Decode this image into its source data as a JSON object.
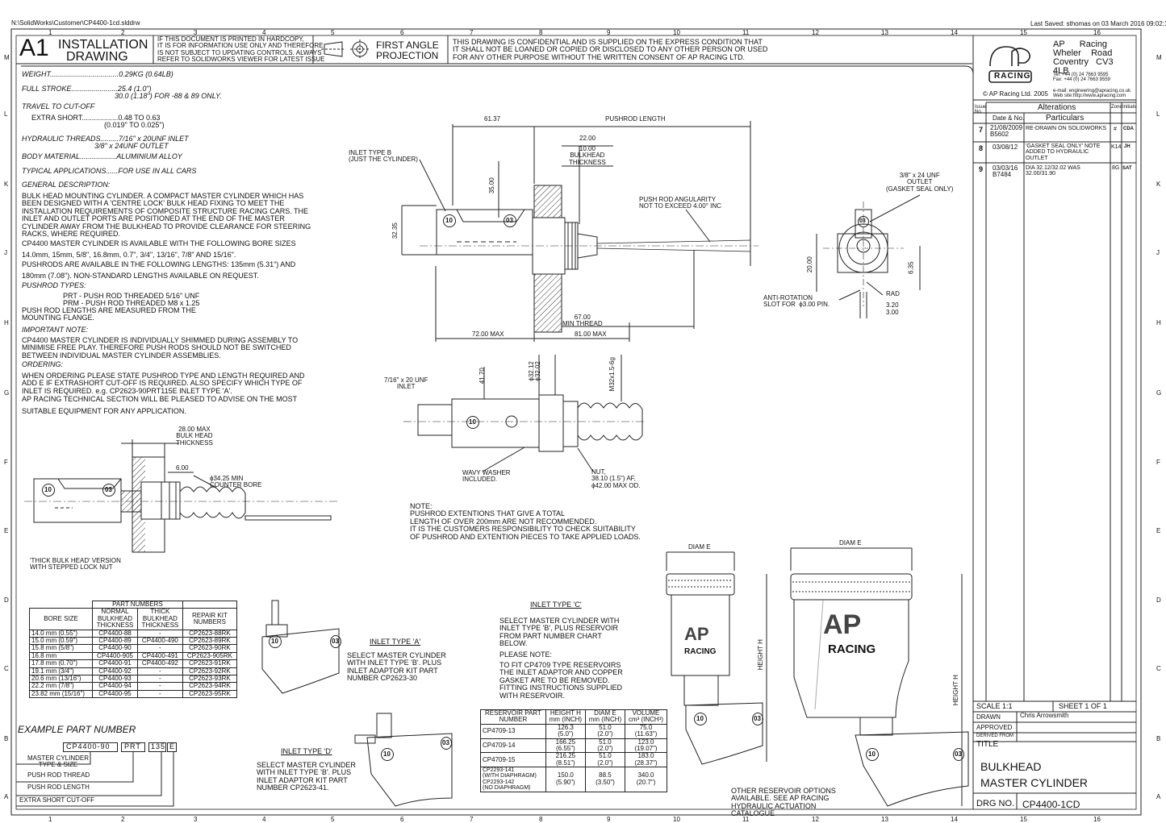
{
  "file_path": "N:\\SolidWorks\\Customer\\CP4400-1cd.slddrw",
  "last_saved": "Last Saved: sthomas on 03 March 2016 09:02:10",
  "border_cols": [
    "1",
    "2",
    "3",
    "4",
    "5",
    "6",
    "7",
    "8",
    "9",
    "10",
    "11",
    "12",
    "13",
    "14",
    "15",
    "16"
  ],
  "border_rows": [
    "M",
    "L",
    "K",
    "J",
    "H",
    "G",
    "F",
    "E",
    "D",
    "C",
    "B",
    "A"
  ],
  "header": {
    "size": "A1",
    "title1": "INSTALLATION",
    "title2": "DRAWING",
    "notice": "IF THIS DOCUMENT IS PRINTED IN HARDCOPY,\nIT IS FOR INFORMATION USE ONLY AND THEREFORE\nIS NOT SUBJECT TO UPDATING CONTROLS. ALWAYS\nREFER TO SOLIDWORKS VIEWER FOR LATEST ISSUE",
    "projection": "FIRST ANGLE\nPROJECTION",
    "confidential": "THIS DRAWING IS CONFIDENTIAL AND IS SUPPLIED ON THE EXPRESS CONDITION THAT\nIT SHALL NOT BE LOANED OR COPIED OR DISCLOSED TO ANY OTHER PERSON OR USED\nFOR ANY OTHER PURPOSE WITHOUT THE WRITTEN CONSENT OF AP RACING LTD."
  },
  "company": {
    "logo_top": "AP",
    "logo_bottom": "RACING",
    "address": "AP      Racing\nWheler    Road\nCoventry   CV3\n4LB",
    "tel": "Tel: +44 (0) 24 7663 9595\nFax: +44 (0) 24 7663 9559",
    "email": "e-mail: engineering@apracing.co.uk\nWeb site:http://www.apracing.com",
    "copyright": "© AP Racing Ltd. 2005"
  },
  "alterations": {
    "title": "Alterations",
    "col_issue": "Issue No.",
    "col_date": "Date & No.",
    "col_particulars": "Particulars",
    "col_zone": "Zone",
    "col_initials": "Initials",
    "rows": [
      {
        "issue": "7",
        "date": "21/08/2009\nB5602",
        "particulars": "RE-DRAWN ON SOLIDWORKS",
        "zone": "#",
        "initials": "CDA"
      },
      {
        "issue": "8",
        "date": "03/08/12",
        "particulars": "'GASKET SEAL ONLY' NOTE\nADDED TO HYDRAULIC\nOUTLET",
        "zone": "K14",
        "initials": "JH"
      },
      {
        "issue": "9",
        "date": "03/03/16\nB7484",
        "particulars": "DIA 32.12/32.02 WAS\n32.00/31.90",
        "zone": "8G",
        "initials": "SAT"
      }
    ]
  },
  "specs": {
    "weight": "WEIGHT..................................0.29KG (0.64LB)",
    "stroke": "FULL STROKE.......................25.4 (1.0\")\n                                              30.0 (1.18\") FOR -88 & 89 ONLY.",
    "travel": "TRAVEL TO CUT-OFF",
    "extra_short": "EXTRA SHORT..................0.48 TO 0.63\n                                    (0.019\" TO 0.025\")",
    "threads": "HYDRAULIC THREADS.........7/16\" x 20UNF INLET\n                                    3/8\" x 24UNF OUTLET",
    "material": "BODY MATERIAL..................ALUMINIUM ALLOY",
    "applications": "TYPICAL APPLICATIONS......FOR USE IN ALL CARS",
    "general_heading": "GENERAL DESCRIPTION:",
    "general_text": "BULK HEAD MOUNTING CYLINDER. A COMPACT MASTER CYLINDER WHICH HAS\nBEEN DESIGNED WITH A 'CENTRE LOCK' BULK HEAD FIXING TO MEET THE\nINSTALLATION REQUIREMENTS OF COMPOSITE STRUCTURE RACING CARS. THE\nINLET AND OUTLET PORTS ARE POSITIONED AT THE END OF THE MASTER\nCYLINDER AWAY FROM THE BULKHEAD TO PROVIDE CLEARANCE FOR STEERING\nRACKS, WHERE REQUIRED.",
    "bore_sizes": "CP4400 MASTER CYLINDER IS AVAILABLE WITH THE FOLLOWING BORE SIZES",
    "bore_list": "14.0mm, 15mm, 5/8\", 16.8mm, 0.7\", 3/4\", 13/16\", 7/8\" AND 15/16\".",
    "pushrod_lengths": "PUSHRODS ARE AVAILABLE IN THE FOLLOWING LENGTHS: 135mm (5.31\") AND",
    "pushrod_lengths2": "180mm (7.08\"). NON-STANDARD LENGTHS AVAILABLE ON REQUEST.",
    "pushrod_types_heading": "PUSHROD TYPES:",
    "pushrod_types": "PRT - PUSH ROD THREADED 5/16\" UNF\nPRM - PUSH ROD THREADED M8 x 1.25",
    "measured": "PUSH ROD LENGTHS ARE MEASURED FROM THE\nMOUNTING FLANGE.",
    "important_heading": "IMPORTANT NOTE:",
    "important_text": "CP4400 MASTER CYLINDER IS INDIVIDUALLY SHIMMED DURING ASSEMBLY TO\nMINIMISE FREE PLAY. THEREFORE PUSH RODS SHOULD NOT BE SWITCHED\nBETWEEN INDIVIDUAL MASTER CYLINDER ASSEMBLIES.",
    "ordering_heading": "ORDERING:",
    "ordering_text": "WHEN ORDERING PLEASE STATE PUSHROD TYPE AND LENGTH REQUIRED AND\nADD E IF EXTRASHORT CUT-OFF IS REQUIRED. ALSO SPECIFY WHICH TYPE OF\nINLET IS REQUIRED. e.g. CP2623-90PRT115E INLET TYPE 'A'.",
    "technical": "AP RACING TECHNICAL SECTION WILL BE PLEASED TO ADVISE ON THE MOST",
    "technical2": "SUITABLE EQUIPMENT FOR ANY APPLICATION."
  },
  "thick_view": {
    "bulk_max": "28.00 MAX\nBULK HEAD\nTHICKNESS",
    "dim_600": "6.00",
    "counter_bore": "ϕ34.25 MIN\nCOUNTER BORE",
    "caption": "'THICK BULK HEAD' VERSION\nWITH STEPPED LOCK NUT"
  },
  "main_view": {
    "d_6137": "61.37",
    "pushrod_length": "PUSHROD LENGTH",
    "d_2200": "22.00",
    "d_1000": "10.00\nBULKHEAD\nTHICKNESS",
    "inlet_b": "INLET TYPE B\n(JUST THE CYLINDER)",
    "d_3500": "35.00",
    "d_3235": "32.35",
    "angularity": "PUSH ROD ANGULARITY\nNOT TO EXCEED 4.00° INC",
    "d_6700": "67.00\nMIN THREAD",
    "d_7200": "72.00 MAX",
    "d_8100": "81.00 MAX"
  },
  "end_view": {
    "outlet": "3/8\" x 24 UNF\nOUTLET\n(GASKET SEAL ONLY)",
    "d_2000": "20.00",
    "d_635": "6.35",
    "anti_rotation": "ANTI-ROTATION\nSLOT FOR  ϕ3.00 PIN.",
    "rad": "RAD",
    "d_320": "3.20",
    "d_300": "3.00"
  },
  "lower_view": {
    "inlet_unf": "7/16\" x 20 UNF\nINLET",
    "d_4170": "41.70",
    "d_bore": "ϕ32.12\nϕ32.02",
    "thread": "M32x1.5-6g",
    "wavy": "WAVY WASHER\nINCLUDED.",
    "nut": "NUT,\n38.10 (1.5\") AF,\nϕ42.00 MAX OD."
  },
  "note": "NOTE:\nPUSHROD EXTENTIONS THAT GIVE A TOTAL\nLENGTH OF OVER 200mm ARE NOT RECOMMENDED.\nIT IS THE CUSTOMERS RESPONSIBILITY TO CHECK SUITABILITY\nOF PUSHROD AND EXTENTION PIECES TO TAKE APPLIED LOADS.",
  "part_numbers": {
    "title": "PART NUMBERS",
    "headers": [
      "BORE SIZE",
      "NORMAL\nBULKHEAD\nTHICKNESS",
      "THICK\nBULKHEAD\nTHICKNESS",
      "REPAIR KIT\nNUMBERS"
    ],
    "rows": [
      [
        "14.0 mm (0.55\")",
        "CP4400-88",
        "-",
        "CP2623-88RK"
      ],
      [
        "15.0 mm (0.59\")",
        "CP4400-89",
        "CP4400-490",
        "CP2623-89RK"
      ],
      [
        "15.8 mm (5/8\")",
        "CP4400-90",
        "-",
        "CP2623-90RK"
      ],
      [
        "16.8 mm",
        "CP4400-905",
        "CP4400-491",
        "CP2623-905RK"
      ],
      [
        "17.8 mm (0.70\")",
        "CP4400-91",
        "CP4400-492",
        "CP2623-91RK"
      ],
      [
        "19.1 mm (3/4\")",
        "CP4400-92",
        "-",
        "CP2623-92RK"
      ],
      [
        "20.6 mm (13/16\")",
        "CP4400-93",
        "-",
        "CP2623-93RK"
      ],
      [
        "22.2 mm (7/8\")",
        "CP4400-94",
        "-",
        "CP2623-94RK"
      ],
      [
        "23.82 mm (15/16\")",
        "CP4400-95",
        "-",
        "CP2623-95RK"
      ]
    ]
  },
  "example": {
    "title": "EXAMPLE PART NUMBER",
    "code1": "CP4400-90",
    "code2": "PRT",
    "code3": "135",
    "code4": "E",
    "l1": "MASTER CYLINDER\nTYPE & SIZE",
    "l2": "PUSH ROD THREAD",
    "l3": "PUSH ROD LENGTH",
    "l4": "EXTRA SHORT CUT-OFF"
  },
  "inlet_a": {
    "title": "INLET TYPE 'A'",
    "text": "SELECT MASTER CYLINDER\nWITH INLET TYPE 'B'. PLUS\nINLET ADAPTOR KIT PART\nNUMBER CP2623-30"
  },
  "inlet_d": {
    "title": "INLET TYPE 'D'",
    "text": "SELECT MASTER CYLINDER\nWITH INLET TYPE 'B'. PLUS\nINLET ADAPTOR KIT PART\nNUMBER CP2623-41."
  },
  "inlet_c": {
    "title": "INLET TYPE 'C'",
    "text": "SELECT MASTER CYLINDER WITH\nINLET TYPE 'B', PLUS RESERVOIR\nFROM PART NUMBER CHART\nBELOW.",
    "note_heading": "PLEASE NOTE:",
    "note": "TO FIT CP4709 TYPE RESERVOIRS\nTHE INLET ADAPTOR AND COPPER\nGASKET ARE TO BE REMOVED.\nFITTING INSTRUCTIONS SUPPLIED\nWITH RESERVOIR."
  },
  "reservoir": {
    "headers": [
      "RESERVOIR PART\nNUMBER",
      "HEIGHT H\nmm (INCH)",
      "DIAM E\nmm (INCH)",
      "VOLUME\ncm³ (INCH³)"
    ],
    "rows": [
      [
        "CP4709-13",
        "126.3\n(5.0\")",
        "51.0\n(2.0\")",
        "75.0\n(11.63\")"
      ],
      [
        "CP4709-14",
        "166.25\n(6.55\")",
        "51.0\n(2.0\")",
        "123.0\n(19.07\")"
      ],
      [
        "CP4709-15",
        "216.25\n(8.51\")",
        "51.0\n(2.0\")",
        "183.0\n(28.37\")"
      ],
      [
        "CP2293-141\n(WITH DIAPHRAGM)\nCP2293-142\n(NO DIAPHRAGM)",
        "150.0\n(5.90\")",
        "88.5\n(3.50\")",
        "340.0\n(20.7\")"
      ]
    ]
  },
  "res_view": {
    "diam_e": "DIAM E",
    "height_h": "HEIGHT H",
    "brand": "RACING",
    "other": "OTHER RESERVOIR OPTIONS\nAVAILABLE. SEE AP RACING\nHYDRAULIC ACTUATION\nCATALOGUE"
  },
  "title_block": {
    "scale": "SCALE 1:1",
    "sheet": "SHEET 1 OF 1",
    "drawn_label": "DRAWN",
    "drawn_by": "Chris Arrowsmith",
    "approved": "APPROVED",
    "derived": "DERIVED FROM",
    "title_label": "TITLE",
    "title": "BULKHEAD\nMASTER CYLINDER",
    "drg_label": "DRG NO.",
    "drg_no": "CP4400-1CD"
  },
  "balloons": {
    "b10": "10",
    "b03": "03"
  }
}
